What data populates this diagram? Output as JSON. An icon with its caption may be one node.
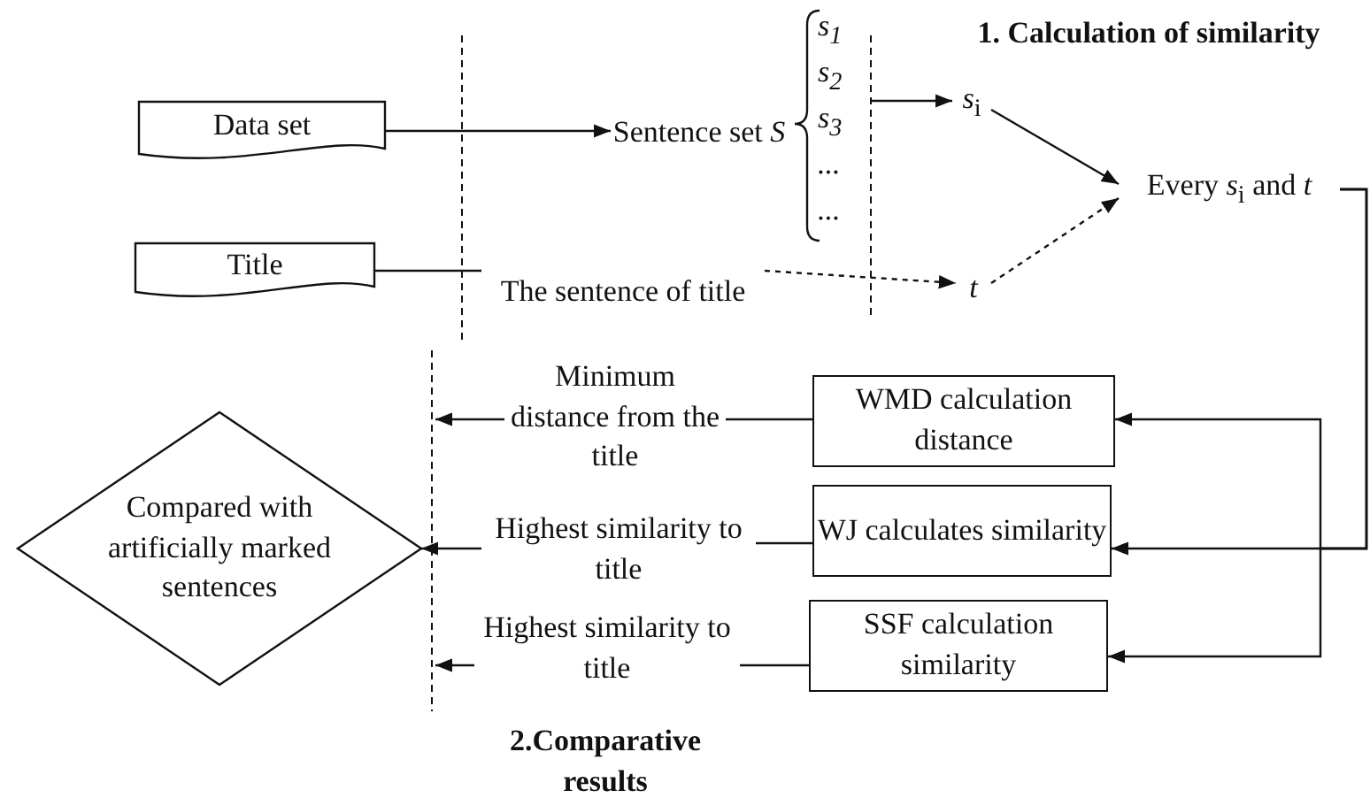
{
  "diagram": {
    "nodes": [
      {
        "text": [
          "Data set"
        ]
      },
      {
        "text": [
          "Title"
        ]
      },
      {
        "text": [
          "Sentence set *S*"
        ]
      },
      {
        "text": [
          "The  sentence of title"
        ]
      },
      {
        "text": [
          "*s*$_{1}$",
          "*s*$_{2}$",
          "*s*$_{3}$",
          "...",
          "..."
        ]
      },
      {
        "text": [
          "*s*$_{i}$"
        ]
      },
      {
        "text": [
          "t"
        ]
      },
      {
        "text": [
          "Every *s*$_{i}$ and *t*"
        ]
      },
      {
        "text": [
          "WMD calculation distance"
        ]
      },
      {
        "text": [
          "WJ calculates similarity"
        ]
      },
      {
        "text": [
          "SSF calculation similarity"
        ]
      },
      {
        "text": [
          "Minimum distance from the title"
        ]
      },
      {
        "text": [
          "Highest similarity to title"
        ]
      },
      {
        "text": [
          "Highest similarity to title"
        ]
      },
      {
        "text": [
          "Compared with artificially marked sentences"
        ]
      }
    ],
    "edges": [
      {
        "from": 0,
        "to": 2,
        "arrow": "to"
      },
      {
        "from": 1,
        "to": 3,
        "arrow": "none"
      },
      {
        "from": 3,
        "to": 6,
        "arrow": "to",
        "style": "dashed"
      },
      {
        "from": 4,
        "to": 5,
        "arrow": "to"
      },
      {
        "from": 5,
        "to": 7,
        "arrow": "to"
      },
      {
        "from": 6,
        "to": 7,
        "arrow": "to",
        "style": "dashed"
      },
      {
        "from": 7,
        "to": 8,
        "arrow": "to"
      },
      {
        "from": 7,
        "to": 9,
        "arrow": "to"
      },
      {
        "from": 7,
        "to": 10,
        "arrow": "to"
      },
      {
        "from": 8,
        "to": 11,
        "arrow": "none"
      },
      {
        "from": 11,
        "to": null,
        "arrow": "to"
      },
      {
        "from": 9,
        "to": 12,
        "arrow": "none"
      },
      {
        "from": 12,
        "to": 14,
        "arrow": "to"
      },
      {
        "from": 10,
        "to": 13,
        "arrow": "none"
      },
      {
        "from": 13,
        "to": null,
        "arrow": "to"
      }
    ],
    "labels": [
      "1. Calculation of similarity",
      "2.Comparative results"
    ]
  }
}
